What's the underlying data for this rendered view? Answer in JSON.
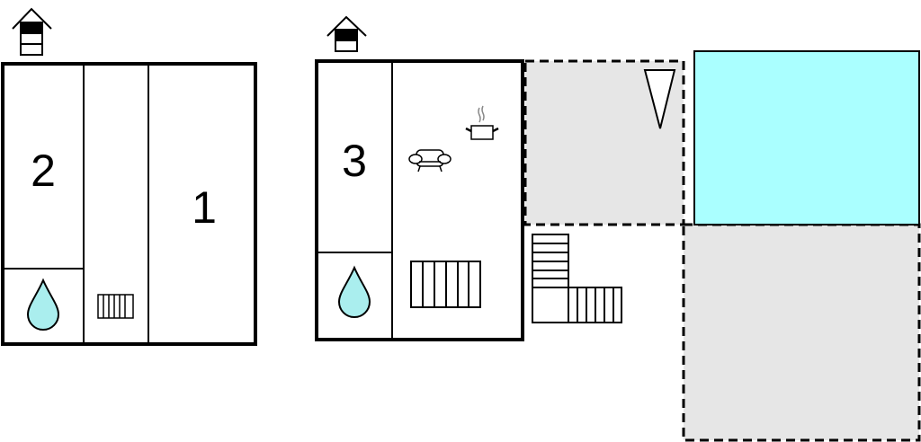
{
  "rooms": {
    "room_2": "2",
    "room_1": "1",
    "room_3": "3"
  },
  "colors": {
    "pool": "#aaffff",
    "terrace": "#e6e6e6",
    "water": "#aaeeee"
  },
  "icons": [
    "entrance-icon",
    "water-drop-icon",
    "radiator-icon",
    "sofa-icon",
    "cooking-pot-icon",
    "stairs-icon",
    "north-arrow-icon"
  ]
}
